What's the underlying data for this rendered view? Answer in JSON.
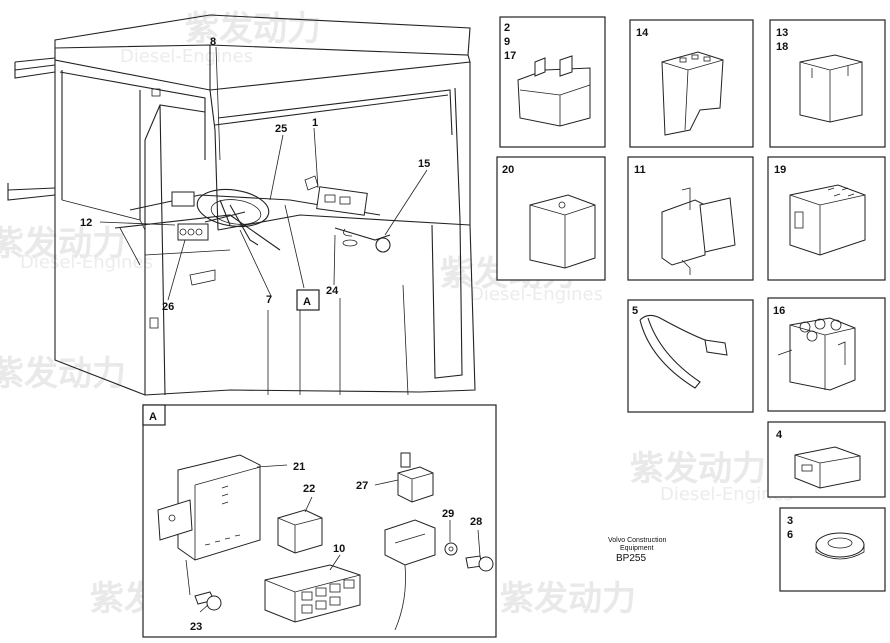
{
  "parts": {
    "main": [
      {
        "id": "c8",
        "label": "8"
      },
      {
        "id": "c25",
        "label": "25"
      },
      {
        "id": "c1",
        "label": "1"
      },
      {
        "id": "c15",
        "label": "15"
      },
      {
        "id": "c12",
        "label": "12"
      },
      {
        "id": "c26",
        "label": "26"
      },
      {
        "id": "c7",
        "label": "7"
      },
      {
        "id": "c24",
        "label": "24"
      },
      {
        "id": "cA",
        "label": "A"
      }
    ],
    "detail_a": [
      {
        "id": "a21",
        "label": "21"
      },
      {
        "id": "a22",
        "label": "22"
      },
      {
        "id": "a27",
        "label": "27"
      },
      {
        "id": "a10",
        "label": "10"
      },
      {
        "id": "a29",
        "label": "29"
      },
      {
        "id": "a28",
        "label": "28"
      },
      {
        "id": "a23",
        "label": "23"
      }
    ],
    "boxes": [
      {
        "id": "b1",
        "lines": [
          "2",
          "9",
          "17"
        ]
      },
      {
        "id": "b2",
        "lines": [
          "14"
        ]
      },
      {
        "id": "b3",
        "lines": [
          "13",
          "18"
        ]
      },
      {
        "id": "b4",
        "lines": [
          "20"
        ]
      },
      {
        "id": "b5",
        "lines": [
          "11"
        ]
      },
      {
        "id": "b6",
        "lines": [
          "19"
        ]
      },
      {
        "id": "b7",
        "lines": [
          "5"
        ]
      },
      {
        "id": "b8",
        "lines": [
          "16"
        ]
      },
      {
        "id": "b9",
        "lines": [
          "4"
        ]
      },
      {
        "id": "b10",
        "lines": [
          "3",
          "6"
        ]
      }
    ]
  },
  "detail_box_label": "A",
  "footer": {
    "company": "Volvo Construction",
    "subtitle": "Equipment",
    "code": "BP255"
  },
  "watermark": {
    "cn": "紫发动力",
    "en": "Diesel-Engines"
  }
}
